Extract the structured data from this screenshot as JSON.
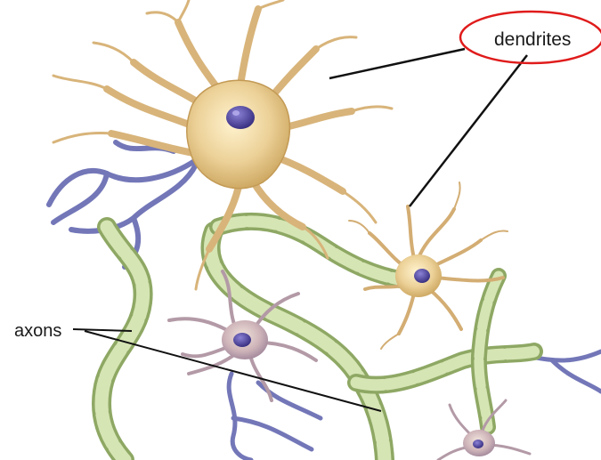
{
  "labels": {
    "dendrites": "dendrites",
    "axons": "axons"
  },
  "colors": {
    "background": "#ffffff",
    "cell_body": "#e8c98a",
    "cell_body_shade": "#c9a25a",
    "nucleus": "#4b3f9a",
    "dendrite_pink": "#c9a9a0",
    "blue_dendrite": "#6f72b5",
    "myelin": "#c8d9a6",
    "myelin_edge": "#8ea864",
    "callout_line": "#111111",
    "highlight_ellipse": "#e01b1b"
  },
  "icons": {
    "main_neuron": "large-neuron",
    "small_neuron": "small-neuron",
    "purple_neuron": "purple-neuron"
  }
}
